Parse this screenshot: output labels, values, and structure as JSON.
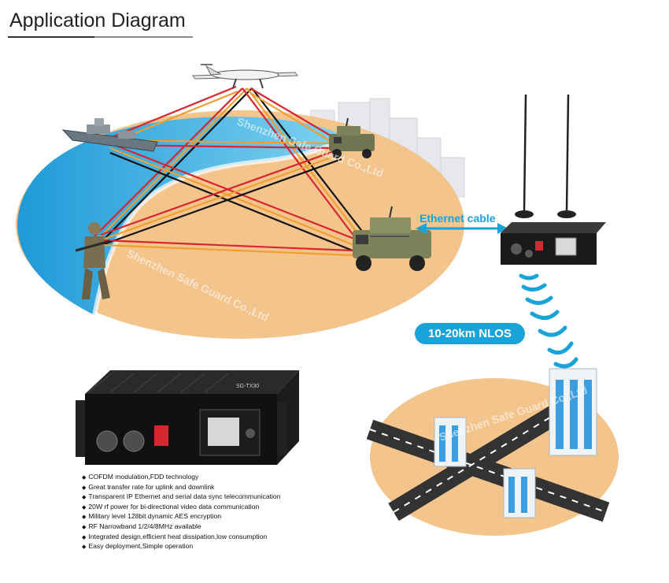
{
  "title": "Application Diagram",
  "ethernet_label": "Ethernet cable",
  "nlos_label": "10-20km NLOS",
  "device_model_label": "SG-TX30",
  "watermark": "Shenzhen Safe Guard Co.,Ltd",
  "features": [
    "COFDM modulation,FDD technology",
    "Great transfer rate for uplink and downlink",
    "Transparent IP Ethernet and serial data sync telecommunication",
    "20W rf power for bi-directional video data communication",
    "Military level 128bit dynamic AES encryption",
    "RF Narrowband 1/2/4/8MHz available",
    "Integrated design,efficient heat dissipation,low consumption",
    "Easy deployment,Simple operation"
  ],
  "colors": {
    "accent": "#1aa3d8",
    "sand": "#f3c48c",
    "sea": "#2aa8e0",
    "link_red": "#d9252f",
    "link_orange": "#f0a030",
    "link_black": "#111111"
  },
  "icons": [
    "drone-icon",
    "ship-icon",
    "soldier-icon",
    "armored-vehicle-icon",
    "radio-unit-icon",
    "antenna-icon",
    "building-icon",
    "wireless-signal-icon"
  ]
}
